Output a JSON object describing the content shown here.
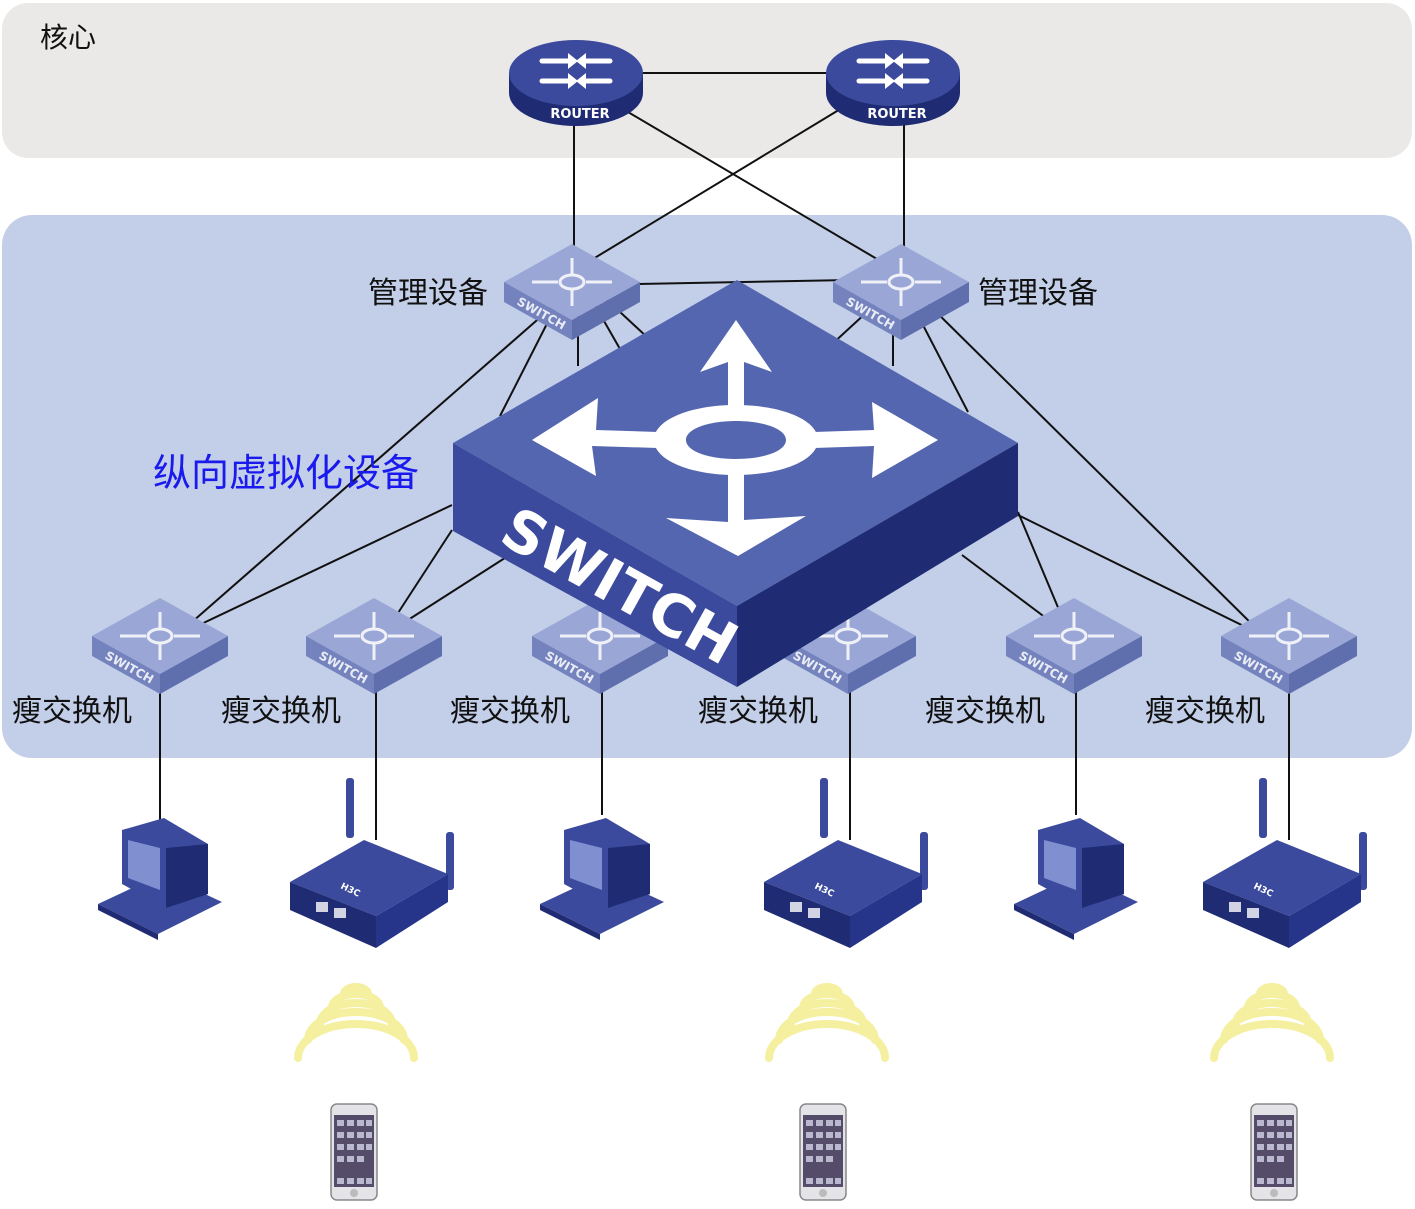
{
  "colors": {
    "core_zone": "#ebe9e8",
    "aggregation_zone": "#c3cfe8",
    "device_dark": "#1f2b73",
    "device_mid": "#3b4a9c",
    "device_light": "#5566b1",
    "small_switch": "#8594c8",
    "wifi": "#f4f0a0",
    "virtual_label": "#1a1aee"
  },
  "zones": {
    "core": {
      "label": "核心"
    },
    "virtual": {
      "label": "纵向虚拟化设备"
    }
  },
  "core_routers": [
    {
      "label": "ROUTER",
      "icon": "router-icon"
    },
    {
      "label": "ROUTER",
      "icon": "router-icon"
    }
  ],
  "management_devices": [
    {
      "label": "管理设备",
      "device_text": "SWITCH",
      "icon": "switch-icon"
    },
    {
      "label": "管理设备",
      "device_text": "SWITCH",
      "icon": "switch-icon"
    }
  ],
  "main_switch": {
    "label": "SWITCH",
    "icon": "switch-icon"
  },
  "thin_switches": [
    {
      "label": "瘦交换机",
      "device_text": "SWITCH",
      "icon": "switch-icon",
      "endpoint": "computer"
    },
    {
      "label": "瘦交换机",
      "device_text": "SWITCH",
      "icon": "switch-icon",
      "endpoint": "access-point"
    },
    {
      "label": "瘦交换机",
      "device_text": "SWITCH",
      "icon": "switch-icon",
      "endpoint": "computer"
    },
    {
      "label": "瘦交换机",
      "device_text": "SWITCH",
      "icon": "switch-icon",
      "endpoint": "access-point"
    },
    {
      "label": "瘦交换机",
      "device_text": "SWITCH",
      "icon": "switch-icon",
      "endpoint": "computer"
    },
    {
      "label": "瘦交换机",
      "device_text": "SWITCH",
      "icon": "switch-icon",
      "endpoint": "access-point"
    }
  ],
  "access_points": [
    {
      "brand": "H3C",
      "icon": "access-point-icon"
    },
    {
      "brand": "H3C",
      "icon": "access-point-icon"
    },
    {
      "brand": "H3C",
      "icon": "access-point-icon"
    }
  ],
  "endpoint_icons": [
    "computer-icon",
    "wifi-signal-icon",
    "smartphone-icon"
  ]
}
